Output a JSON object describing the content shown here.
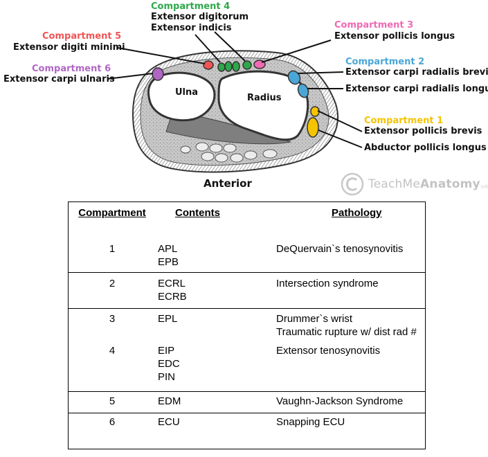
{
  "compartments": {
    "c1": {
      "title": "Compartment 1",
      "muscles": [
        "Extensor pollicis brevis",
        "Abductor pollicis longus"
      ],
      "color": "#f5c400"
    },
    "c2": {
      "title": "Compartment 2",
      "muscles": [
        "Extensor carpi radialis brevis",
        "Extensor carpi radialis longus"
      ],
      "color": "#4aa6d6"
    },
    "c3": {
      "title": "Compartment 3",
      "muscles": [
        "Extensor pollicis longus"
      ],
      "color": "#f06ab4"
    },
    "c4": {
      "title": "Compartment 4",
      "muscles": [
        "Extensor digitorum",
        "Extensor indicis"
      ],
      "color": "#2ea84a"
    },
    "c5": {
      "title": "Compartment 5",
      "muscles": [
        "Extensor digiti minimi"
      ],
      "color": "#f05454"
    },
    "c6": {
      "title": "Compartment 6",
      "muscles": [
        "Extensor carpi ulnaris"
      ],
      "color": "#b067c4"
    }
  },
  "bones": {
    "ulna": "Ulna",
    "radius": "Radius"
  },
  "orientation_label": "Anterior",
  "logo": {
    "prefix": "TeachMe",
    "emphasis": "Anatomy",
    "suffix": "info"
  },
  "table": {
    "headers": [
      "Compartment",
      "Contents",
      "Pathology"
    ],
    "rows": [
      {
        "compartment": "1",
        "contents": [
          "APL",
          "EPB"
        ],
        "pathology": [
          "DeQuervain`s tenosynovitis"
        ]
      },
      {
        "compartment": "2",
        "contents": [
          "ECRL",
          "ECRB"
        ],
        "pathology": [
          "Intersection syndrome"
        ]
      },
      {
        "compartment": "3",
        "contents": [
          "EPL"
        ],
        "pathology": [
          "Drummer`s wrist",
          "Traumatic rupture w/ dist rad #"
        ]
      },
      {
        "compartment": "4",
        "contents": [
          "EIP",
          "EDC",
          "PIN"
        ],
        "pathology": [
          "Extensor tenosynovitis"
        ]
      },
      {
        "compartment": "5",
        "contents": [
          "EDM"
        ],
        "pathology": [
          "Vaughn-Jackson Syndrome"
        ]
      },
      {
        "compartment": "6",
        "contents": [
          "ECU"
        ],
        "pathology": [
          "Snapping ECU"
        ]
      }
    ]
  }
}
